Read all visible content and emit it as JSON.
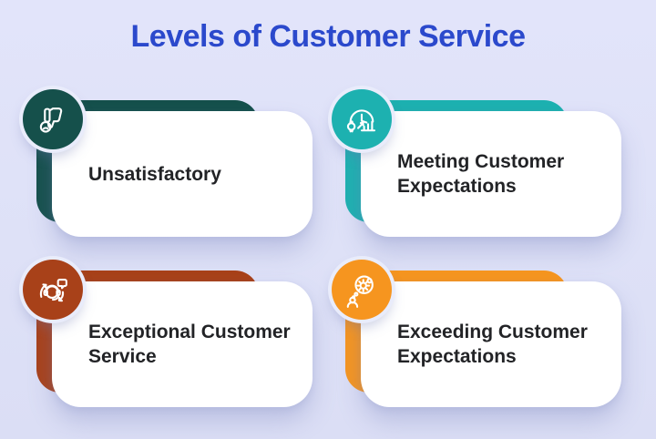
{
  "title": "Levels of Customer Service",
  "title_color": "#2b49cc",
  "background_color": "#dee1f7",
  "card_background": "#ffffff",
  "label_color": "#222326",
  "cards": [
    {
      "label": "Unsatisfactory",
      "color": "#15504b",
      "icon": "thumbs-down-icon"
    },
    {
      "label": "Meeting Customer Expectations",
      "color": "#1db1b0",
      "icon": "performance-gauge-icon"
    },
    {
      "label": "Exceptional Customer Service",
      "color": "#a84119",
      "icon": "support-agent-icon"
    },
    {
      "label": "Exceeding Customer Expectations",
      "color": "#f6951f",
      "icon": "idea-gear-person-icon"
    }
  ]
}
